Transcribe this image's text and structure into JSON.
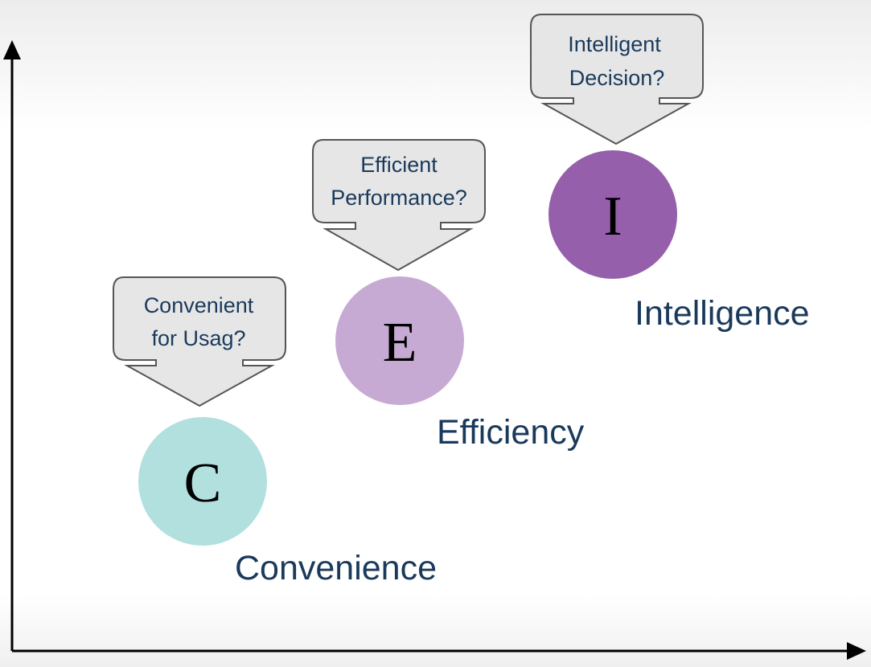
{
  "colors": {
    "axis": "#000000",
    "label_text": "#1a3a5c",
    "callout_fill": "#e6e6e6",
    "callout_stroke": "#555555",
    "letter_text": "#000000"
  },
  "stages": [
    {
      "id": "convenience",
      "letter": "C",
      "name": "Convenience",
      "question_line1": "Convenient",
      "question_line2": "for Usag?",
      "color": "#b1e0de"
    },
    {
      "id": "efficiency",
      "letter": "E",
      "name": "Efficiency",
      "question_line1": "Efficient",
      "question_line2": "Performance?",
      "color": "#c7aad4"
    },
    {
      "id": "intelligence",
      "letter": "I",
      "name": "Intelligence",
      "question_line1": "Intelligent",
      "question_line2": "Decision?",
      "color": "#955fab"
    }
  ]
}
